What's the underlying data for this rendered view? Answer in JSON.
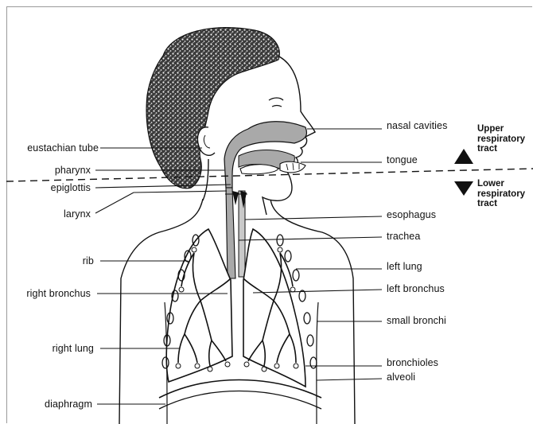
{
  "labels_left": {
    "eustachian_tube": "eustachian tube",
    "pharynx": "pharynx",
    "epiglottis": "epiglottis",
    "larynx": "larynx",
    "rib": "rib",
    "right_bronchus": "right bronchus",
    "right_lung": "right lung",
    "diaphragm": "diaphragm"
  },
  "labels_right": {
    "nasal_cavities": "nasal cavities",
    "tongue": "tongue",
    "esophagus": "esophagus",
    "trachea": "trachea",
    "left_lung": "left lung",
    "left_bronchus": "left bronchus",
    "small_bronchi": "small bronchi",
    "bronchioles": "bronchioles",
    "alveoli": "alveoli"
  },
  "tracts": {
    "upper": [
      "Upper",
      "respiratory",
      "tract"
    ],
    "lower": [
      "Lower",
      "respiratory",
      "tract"
    ]
  },
  "colors": {
    "airway_fill": "#a9a9a9",
    "line": "#111111",
    "hair": "#2a2a2a"
  }
}
